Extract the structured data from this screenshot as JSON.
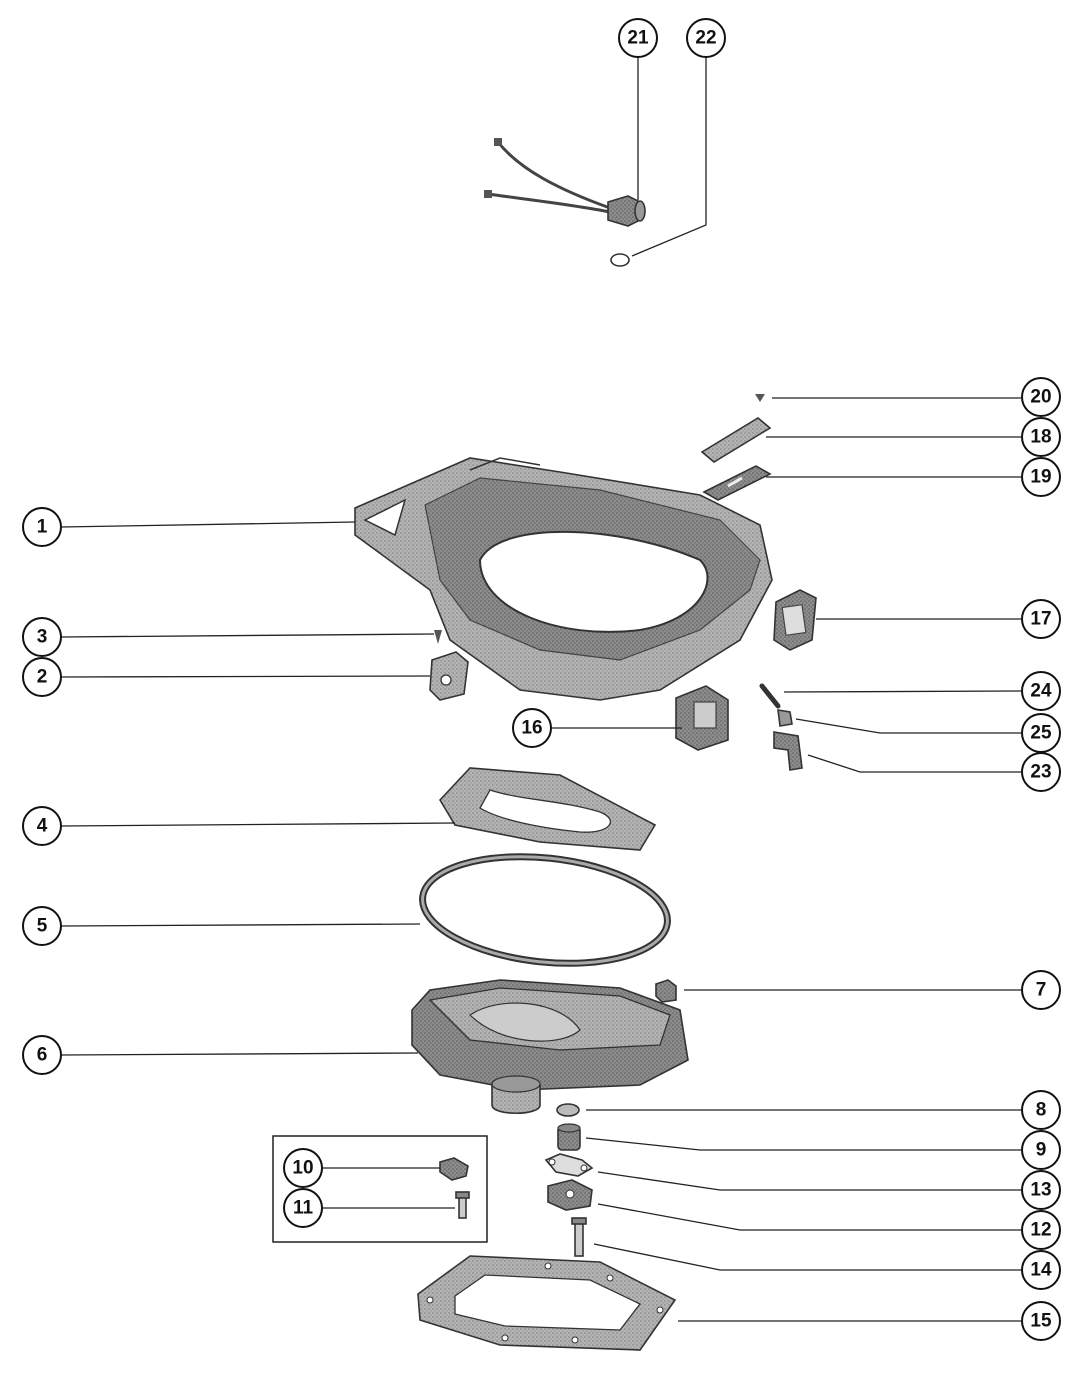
{
  "callouts": [
    {
      "id": "21",
      "label": "21"
    },
    {
      "id": "22",
      "label": "22"
    },
    {
      "id": "20",
      "label": "20"
    },
    {
      "id": "18",
      "label": "18"
    },
    {
      "id": "19",
      "label": "19"
    },
    {
      "id": "1",
      "label": "1"
    },
    {
      "id": "17",
      "label": "17"
    },
    {
      "id": "3",
      "label": "3"
    },
    {
      "id": "2",
      "label": "2"
    },
    {
      "id": "24",
      "label": "24"
    },
    {
      "id": "16",
      "label": "16"
    },
    {
      "id": "25",
      "label": "25"
    },
    {
      "id": "23",
      "label": "23"
    },
    {
      "id": "4",
      "label": "4"
    },
    {
      "id": "5",
      "label": "5"
    },
    {
      "id": "7",
      "label": "7"
    },
    {
      "id": "6",
      "label": "6"
    },
    {
      "id": "8",
      "label": "8"
    },
    {
      "id": "9",
      "label": "9"
    },
    {
      "id": "10",
      "label": "10"
    },
    {
      "id": "13",
      "label": "13"
    },
    {
      "id": "11",
      "label": "11"
    },
    {
      "id": "12",
      "label": "12"
    },
    {
      "id": "14",
      "label": "14"
    },
    {
      "id": "15",
      "label": "15"
    }
  ]
}
